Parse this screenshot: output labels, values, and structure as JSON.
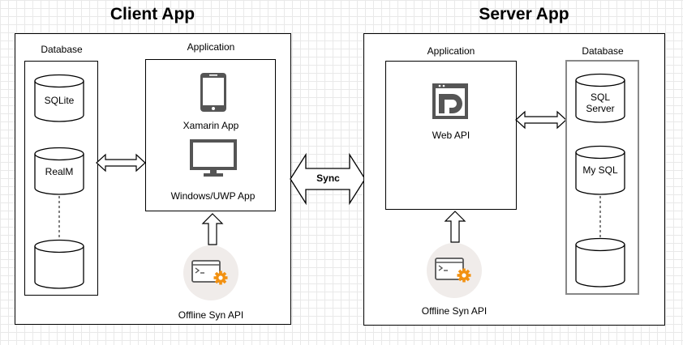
{
  "client": {
    "title": "Client App",
    "database": {
      "label": "Database",
      "items": [
        "SQLite",
        "RealM",
        ""
      ]
    },
    "application": {
      "label": "Application",
      "items": [
        "Xamarin App",
        "Windows/UWP App"
      ]
    },
    "offline_api": "Offline Syn API"
  },
  "sync": {
    "label": "Sync"
  },
  "server": {
    "title": "Server App",
    "application": {
      "label": "Application",
      "items": [
        "Web API"
      ]
    },
    "database": {
      "label": "Database",
      "items": [
        "SQL\nServer",
        "My SQL",
        ""
      ]
    },
    "offline_api": "Offline Syn API"
  },
  "icons": {
    "phone": "mobile-phone-icon",
    "monitor": "desktop-monitor-icon",
    "web_api": "web-api-icon",
    "offline": "terminal-gear-icon"
  },
  "colors": {
    "gear": "#f29111",
    "icon_gray": "#555555",
    "icon_bg": "#f0ecea",
    "frame_gray": "#888888"
  }
}
